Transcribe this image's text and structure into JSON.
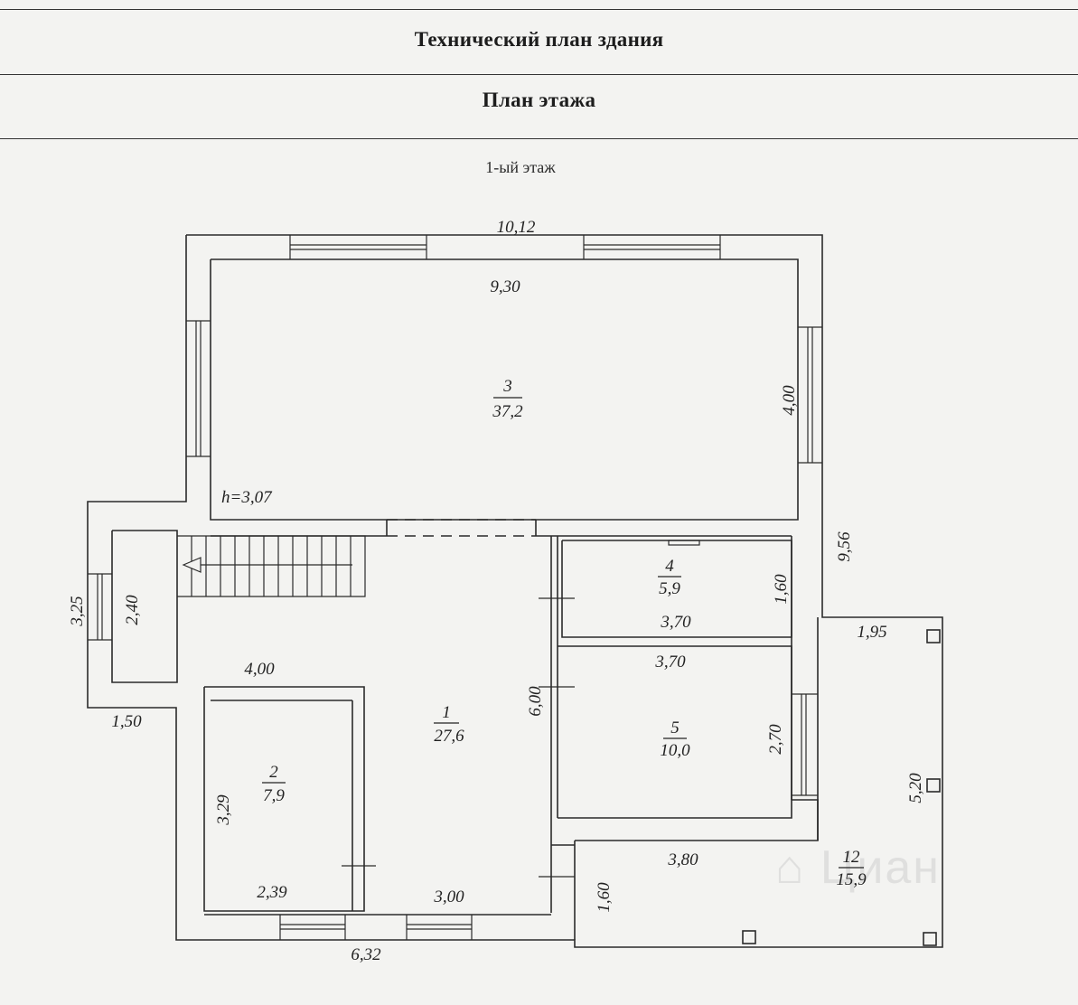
{
  "header": {
    "title": "Технический план здания",
    "subtitle": "План этажа"
  },
  "floor_label": "1-ый этаж",
  "rooms": [
    {
      "num": "3",
      "area": "37,2"
    },
    {
      "num": "4",
      "area": "5,9"
    },
    {
      "num": "5",
      "area": "10,0"
    },
    {
      "num": "1",
      "area": "27,6"
    },
    {
      "num": "2",
      "area": "7,9"
    },
    {
      "num": "12",
      "area": "15,9"
    }
  ],
  "height_label": "h=3,07",
  "dimensions": {
    "top_outer": "10,12",
    "room3_width": "9,30",
    "room3_depth": "4,00",
    "right_total": "9,56",
    "room4_depth": "1,60",
    "room4_width": "3,70",
    "room5_width": "3,70",
    "room5_depth": "2,70",
    "room1_depth": "6,00",
    "porch_height": "3,25",
    "porch_inner": "2,40",
    "porch_width": "1,50",
    "hall_width": "4,00",
    "room2_depth": "3,29",
    "room2_width": "2,39",
    "room1_width": "3,00",
    "bottom_outer": "6,32",
    "terrace_top": "1,95",
    "terrace_right": "5,20",
    "terrace_width": "3,80",
    "terrace_small": "1,60"
  }
}
